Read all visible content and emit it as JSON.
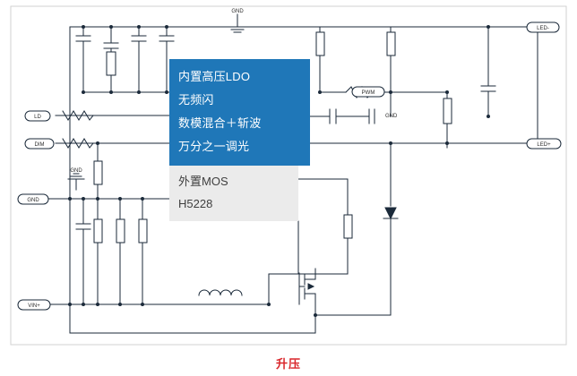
{
  "diagram": {
    "title_caption": "升压",
    "callout": {
      "lines": [
        "内置高压LDO",
        "无频闪",
        "数模混合＋斩波",
        "万分之一调光"
      ]
    },
    "part_box": {
      "lines": [
        "外置MOS",
        "H5228"
      ]
    },
    "labels": {
      "gnd_top": "GND",
      "gnd_left": "GND",
      "gnd_pin": "GND",
      "gnd_inline": "GND",
      "led_minus": "LED-",
      "led_plus": "LED+",
      "ld": "LD",
      "dim": "DIM",
      "vin_plus": "VIN+",
      "pwm": "PWM"
    },
    "colors": {
      "wire": "#1b2a3a",
      "callout_bg": "#1f77b8",
      "part_bg": "#ebebeb",
      "caption": "#d9262b",
      "border": "#cfcfcf"
    }
  }
}
